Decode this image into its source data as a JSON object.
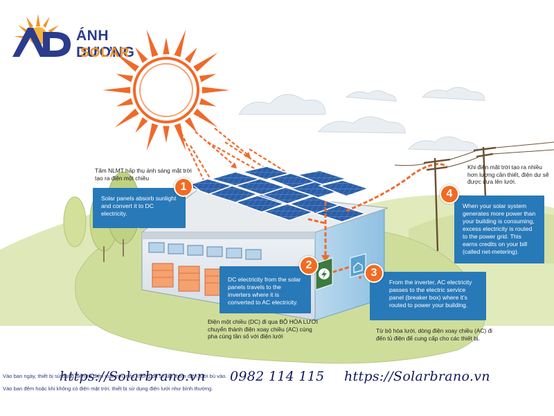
{
  "brand": {
    "name_line1": "ÁNH DƯƠNG",
    "name_line2": "SOLAR",
    "colors": {
      "navy": "#2b3c8c",
      "orange": "#f29422"
    }
  },
  "steps": [
    {
      "number": "1",
      "vi_caption": "Tấm NLMT hấp thụ ánh sáng mặt trời tạo ra điện một chiều",
      "en_text": "Solar panels absorb sunlight and convert it to DC electricity."
    },
    {
      "number": "2",
      "vi_caption": "Điện một chiều (DC) đi qua BỘ HÒA LƯỚI chuyển thành điện xoay chiều (AC) cùng pha cùng tần số với điện lưới",
      "en_text": "DC electricity from the solar panels travels to the inverters where it is converted to AC electricity."
    },
    {
      "number": "3",
      "vi_caption": "Từ bộ hòa lưới, dòng điện xoay chiều (AC) đi đến tủ điện để cung cấp cho các thiết bị.",
      "en_text": "From the inverter, AC electricity passes to the electric service panel (breaker box) where it's routed to power your building."
    },
    {
      "number": "4",
      "vi_caption": "Khi điện mặt trời tạo ra nhiều hơn lượng cần thiết, điện dư sẽ được đưa lên lưới.",
      "en_text": "When your solar system generates more power than your building is consuming, excess electricity is routed to the power grid. This earns credits on your bill (called net-metering)."
    }
  ],
  "footer": {
    "line1": "Vào ban ngày, thiết bị sử dụng điện từ điện mặt trời, nếu không đủ sẽ lấy thêm điện lưới bù vào.",
    "line2": "Vào ban đêm hoặc khi không có điện mặt trời, thiết bị sử dụng điện lưới như bình thường."
  },
  "watermark": {
    "url_left": "https://Solarbrano.vn",
    "phone": "0982 114 115",
    "url_right": "https://Solarbrano.vn"
  },
  "icons": [
    "sun-icon",
    "lightning-bolt-icon",
    "house-icon",
    "power-pole-icon"
  ],
  "colors": {
    "box_blue": "#2879b8",
    "badge_orange": "#f26b21",
    "sun_orange": "#ef6a2a",
    "flow_orange": "#ef6a2a",
    "panel_blue": "#2c5ea8"
  }
}
